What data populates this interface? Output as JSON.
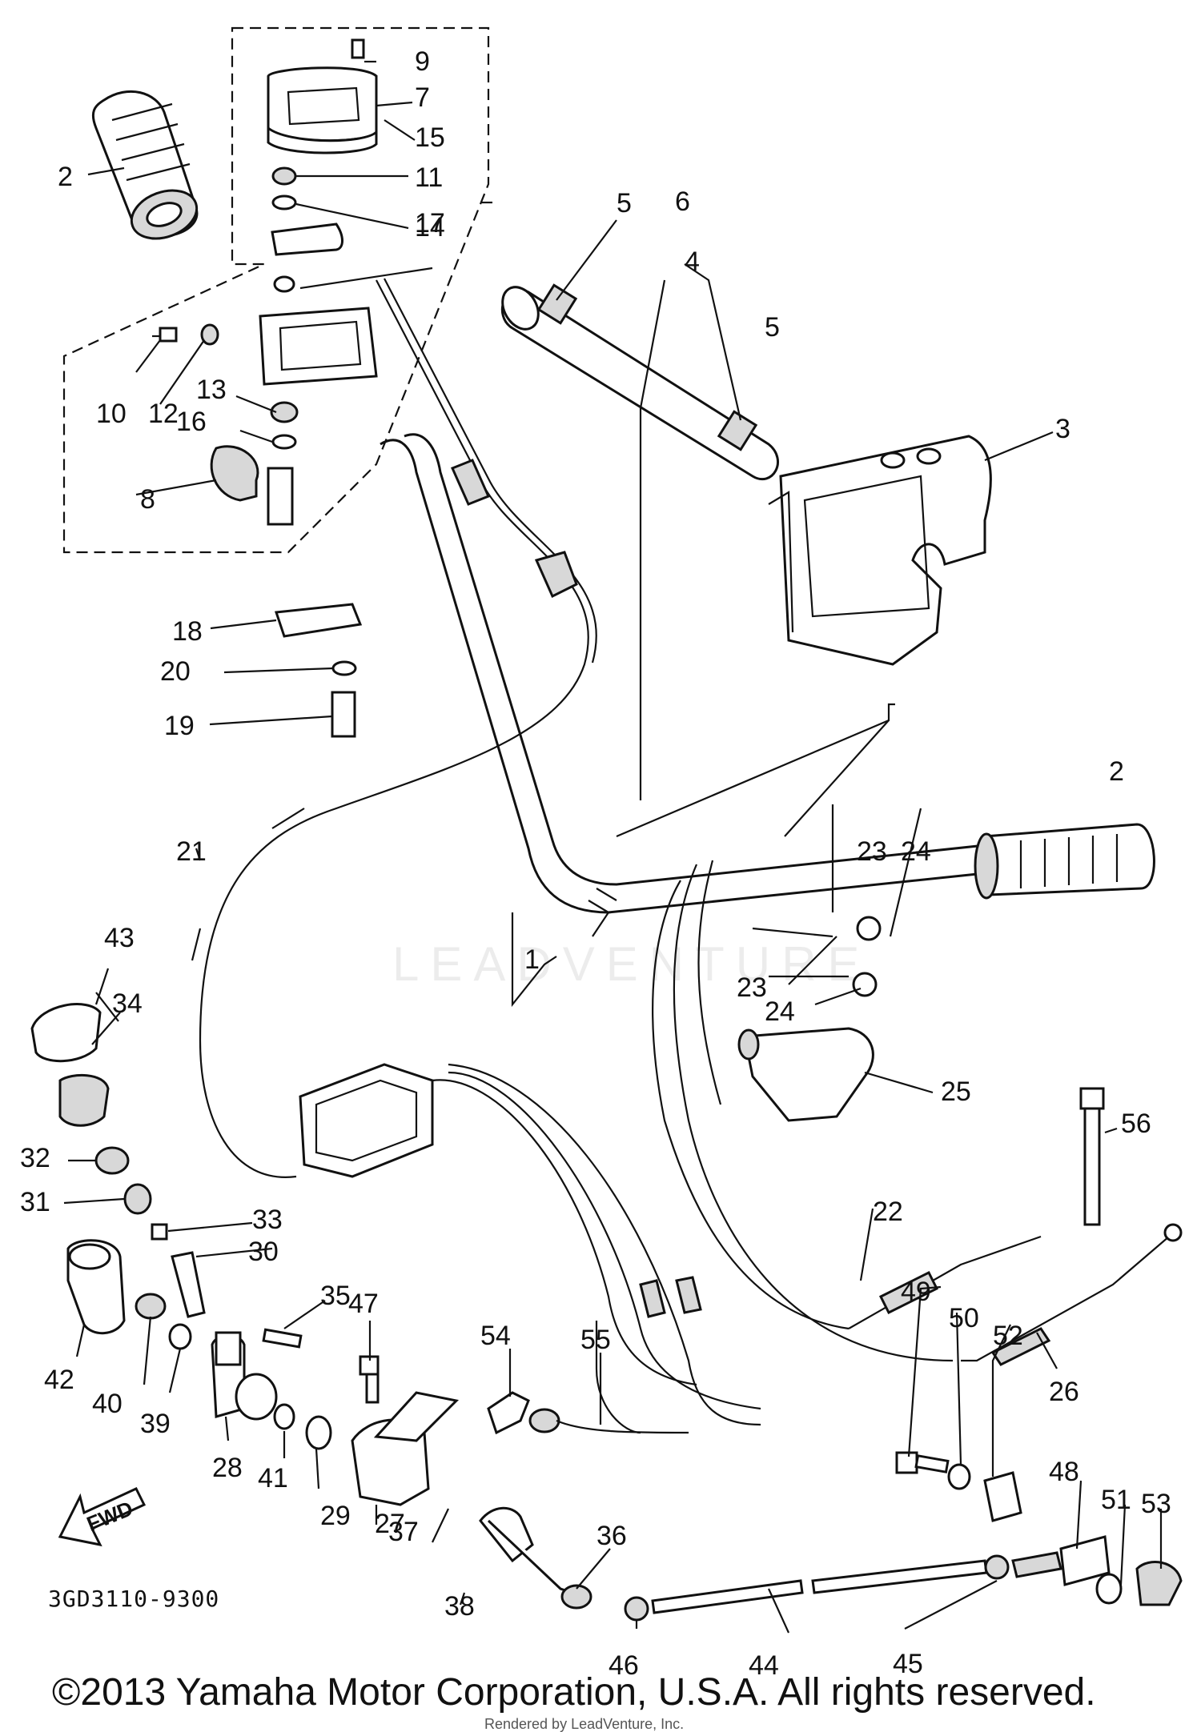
{
  "diagram": {
    "part_labels": [
      "1",
      "2",
      "2",
      "3",
      "4",
      "5",
      "5",
      "6",
      "7",
      "8",
      "9",
      "10",
      "11",
      "12",
      "13",
      "14",
      "15",
      "16",
      "17",
      "18",
      "19",
      "20",
      "21",
      "22",
      "23",
      "23",
      "24",
      "24",
      "25",
      "26",
      "27",
      "28",
      "29",
      "30",
      "31",
      "32",
      "33",
      "34",
      "35",
      "36",
      "37",
      "38",
      "39",
      "40",
      "41",
      "42",
      "43",
      "44",
      "45",
      "46",
      "47",
      "48",
      "49",
      "50",
      "51",
      "52",
      "53",
      "54",
      "55",
      "56"
    ],
    "fwd_label": "FWD",
    "diagram_code": "3GD3110-9300",
    "copyright": "©2013 Yamaha Motor Corporation, U.S.A. All rights reserved.",
    "rendered_by": "Rendered by LeadVenture, Inc.",
    "watermark": "LEADVENTURE"
  }
}
